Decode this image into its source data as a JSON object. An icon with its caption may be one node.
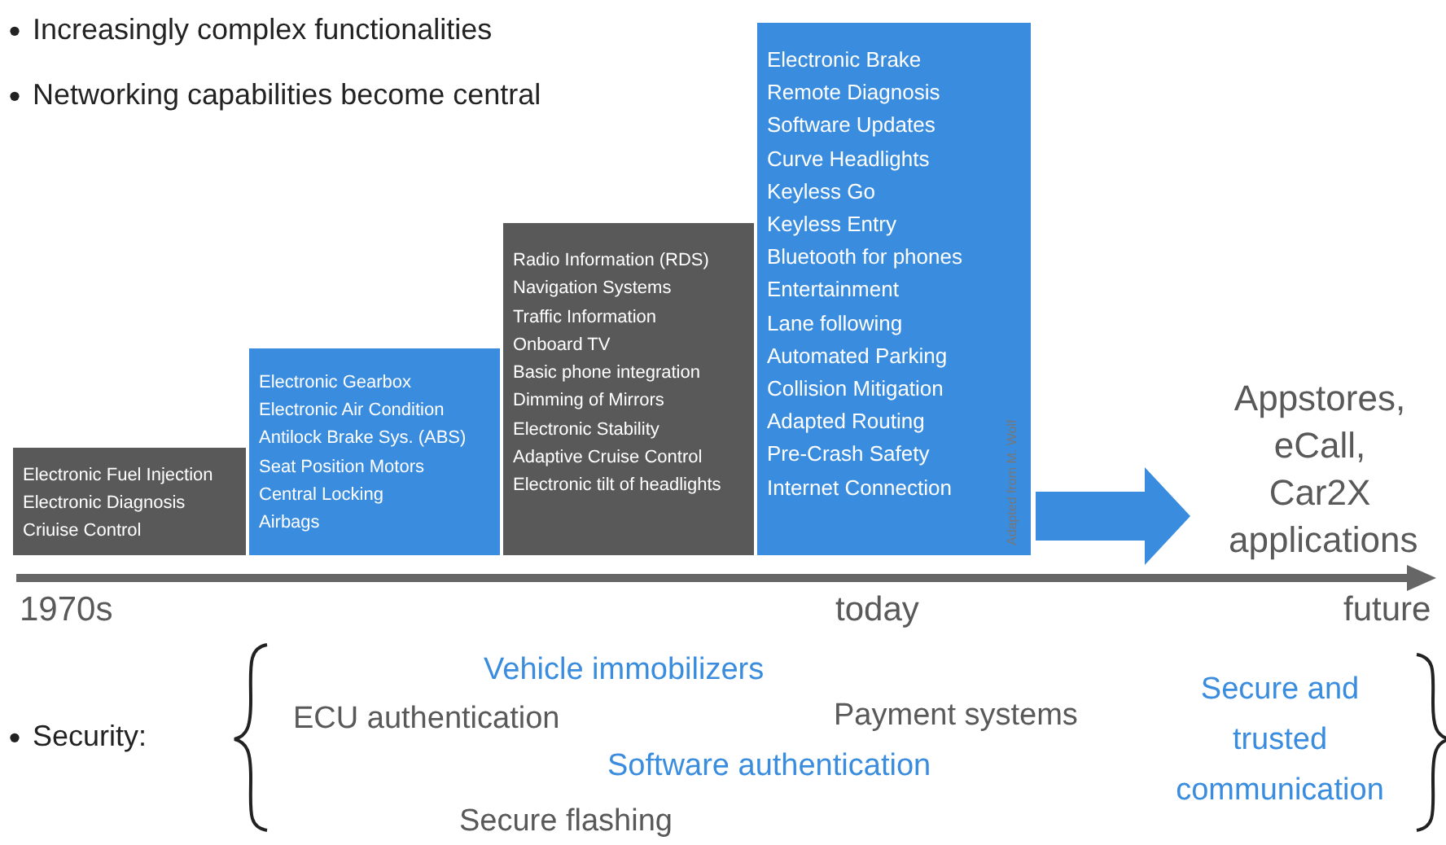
{
  "diagram": {
    "nodes": [
      {
        "text": [
          "Electronic Fuel Injection",
          "Electronic Diagnosis",
          "Criuise Control"
        ]
      },
      {
        "text": [
          "Electronic Gearbox",
          "Electronic Air Condition",
          "Antilock Brake Sys. (ABS)",
          "Seat Position Motors",
          "Central Locking",
          "Airbags"
        ]
      },
      {
        "text": [
          "Radio Information (RDS)",
          "Navigation Systems",
          "Traffic Information",
          "Onboard TV",
          "Basic phone integration",
          "Dimming of Mirrors",
          "Electronic Stability",
          "Adaptive Cruise Control",
          "Electronic tilt of headlights"
        ]
      },
      {
        "text": [
          "Electronic Brake",
          "Remote Diagnosis",
          "Software Updates",
          "Curve Headlights",
          "Keyless Go",
          "Keyless Entry",
          "Bluetooth for phones",
          "Entertainment",
          "Lane following",
          "Automated Parking",
          "Collision Mitigation",
          "Adapted Routing",
          "Pre-Crash Safety",
          "Internet Connection"
        ]
      },
      {
        "text": [
          "Appstores, eCall, Car2X applications"
        ]
      }
    ],
    "edges": [
      {
        "from": 3,
        "to": 4,
        "arrow": "to"
      }
    ],
    "labels": [
      "Increasingly complex functionalities",
      "Networking capabilities become central",
      "Adapted from M. Wolf",
      "1970s",
      "today",
      "future",
      "Security:",
      "Vehicle immobilizers",
      "ECU authentication",
      "Payment systems",
      "Secure and trusted communication",
      "Software authentication",
      "Secure flashing"
    ]
  }
}
